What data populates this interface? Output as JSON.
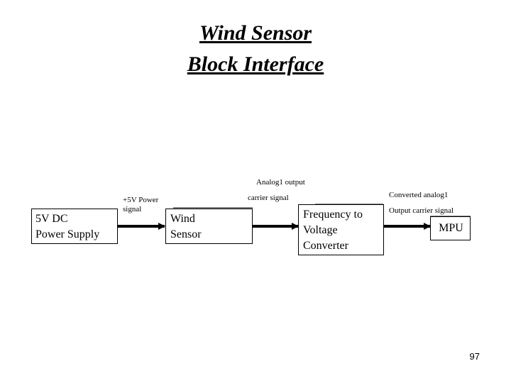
{
  "title": {
    "line1": "Wind Sensor",
    "line2": "Block Interface"
  },
  "blocks": {
    "power_supply": "5V DC\nPower Supply",
    "wind_sensor": "Wind\nSensor",
    "f2v_converter": "Frequency to\nVoltage\nConverter",
    "mpu": "MPU"
  },
  "signals": {
    "power": "+5V Power\nsignal",
    "analog_output_line1": "Analog1 output",
    "analog_output_line2": "carrier signal",
    "converted_line1": "Converted analog1",
    "converted_line2": "Output carrier signal"
  },
  "page_number": "97"
}
